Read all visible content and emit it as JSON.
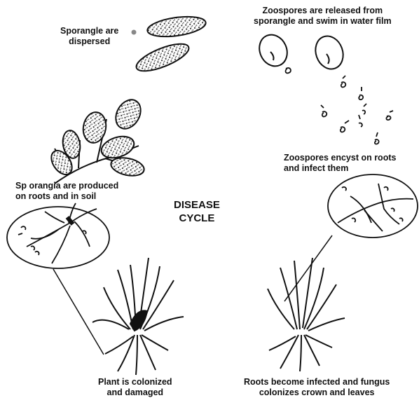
{
  "labels": {
    "sporangia_dispersed": "Sporangle are\ndispersed",
    "zoospores_released": "Zoospores are released from\nsporangle and swim in water film",
    "zoospores_encyst": "Zoospores encyst on roots\nand infect them",
    "sporangia_produced": "Sp orangia are produced\non roots and in soil",
    "center_title": "DISEASE\nCYCLE",
    "plant_colonized": "Plant is colonized\nand damaged",
    "roots_infected": "Roots become infected and fungus\ncolonizes crown and leaves"
  },
  "colors": {
    "ink": "#1a1a1a",
    "background": "#ffffff"
  }
}
